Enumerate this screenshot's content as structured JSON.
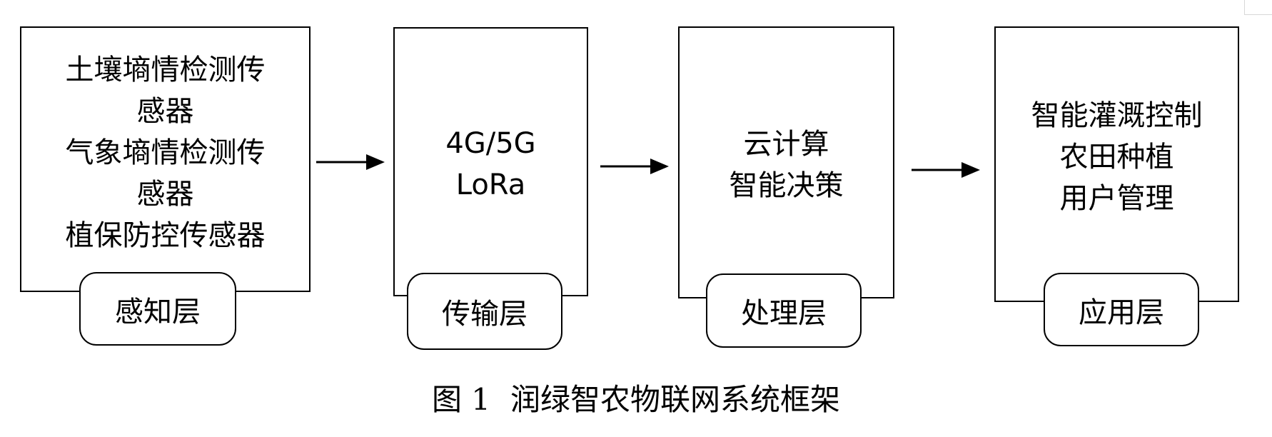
{
  "diagram": {
    "layers": [
      {
        "label": "感知层",
        "lines": [
          "土壤墒情检测传",
          "感器",
          "气象墒情检测传",
          "感器",
          "植保防控传感器"
        ]
      },
      {
        "label": "传输层",
        "lines": [
          "4G/5G",
          "LoRa"
        ]
      },
      {
        "label": "处理层",
        "lines": [
          "云计算",
          "智能决策"
        ]
      },
      {
        "label": "应用层",
        "lines": [
          "智能灌溉控制",
          "农田种植",
          "用户管理"
        ]
      }
    ]
  },
  "caption": {
    "number": "图 1",
    "title": "润绿智农物联网系统框架"
  },
  "colors": {
    "stroke": "#000000",
    "background": "#ffffff"
  }
}
